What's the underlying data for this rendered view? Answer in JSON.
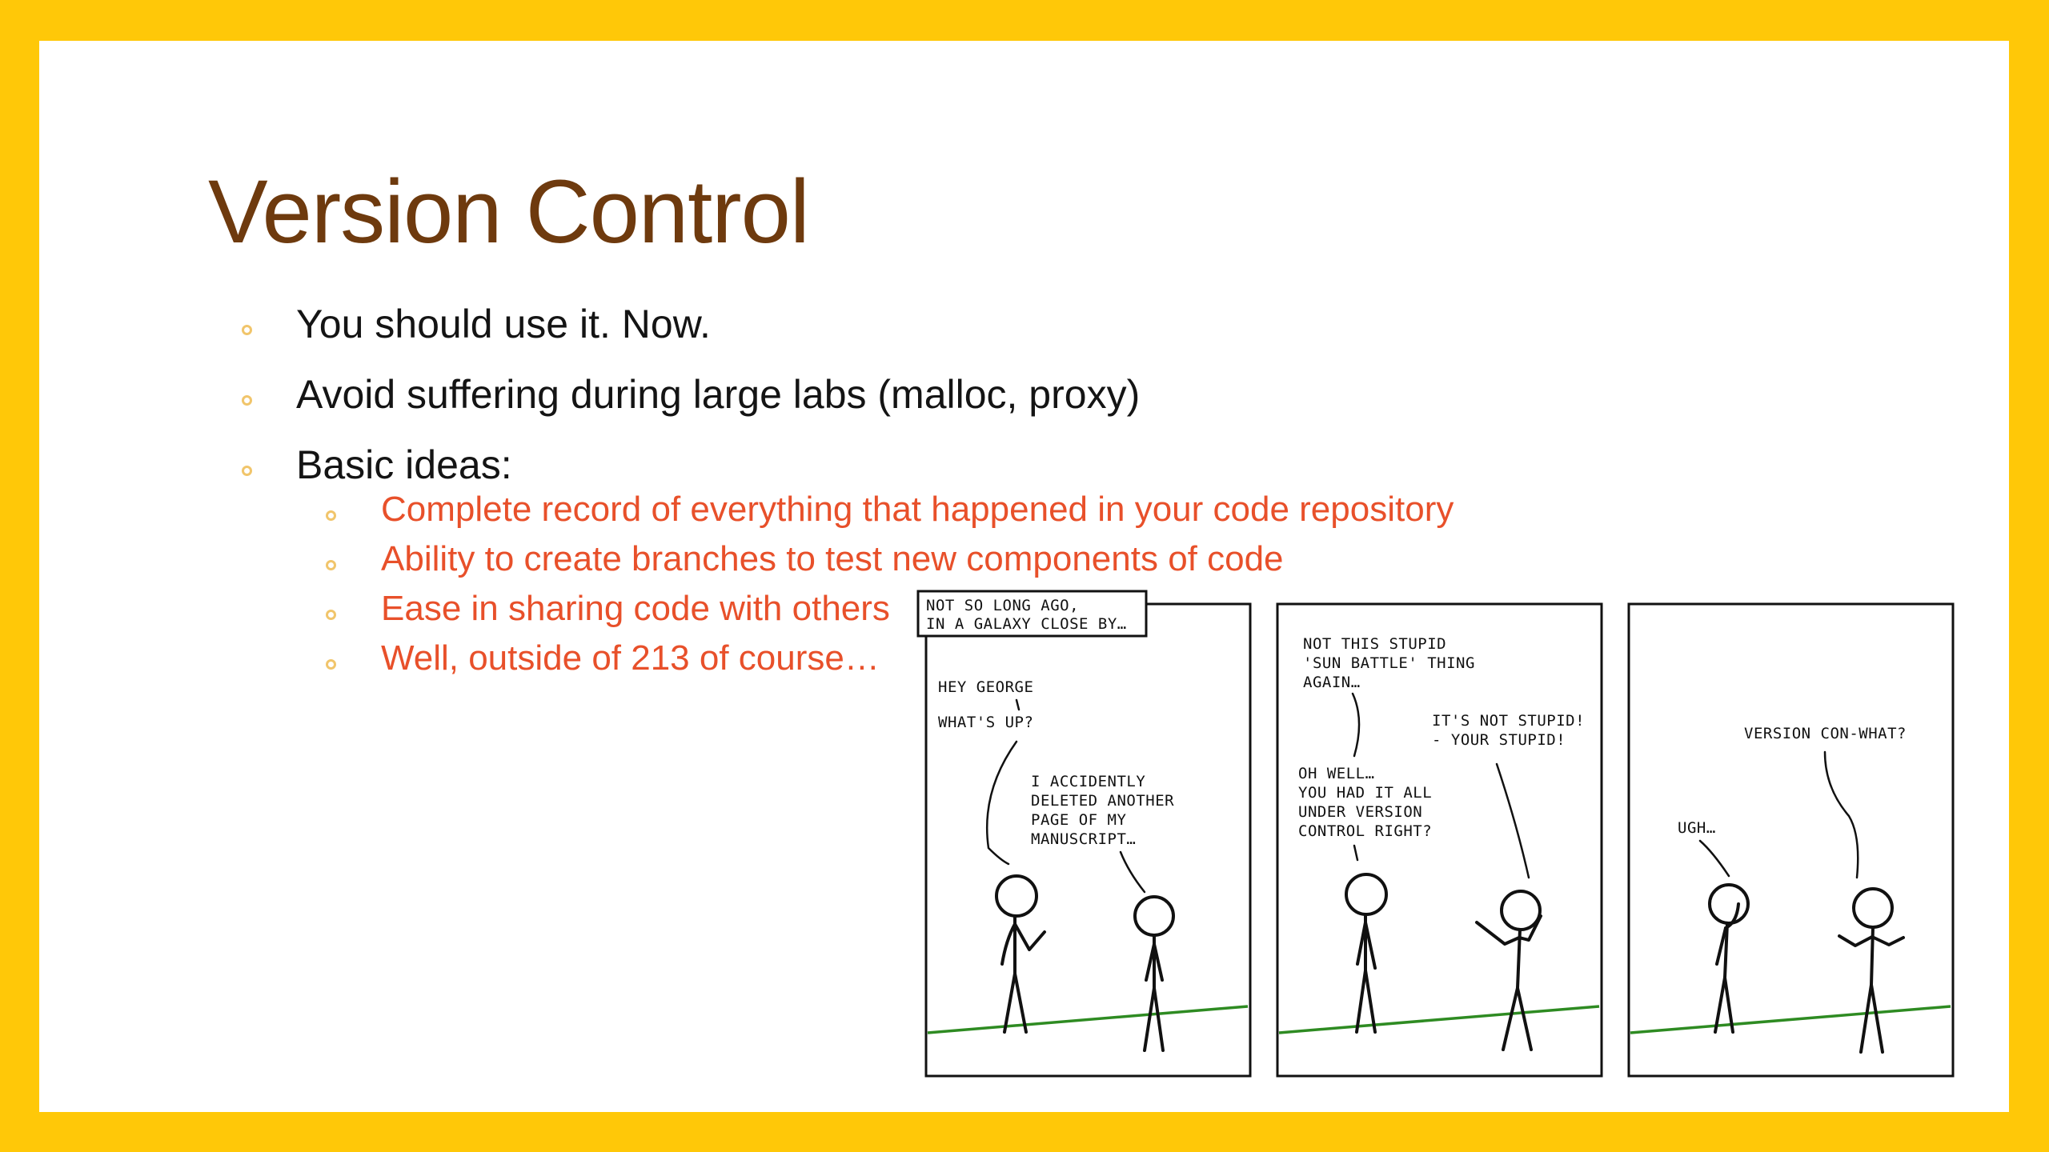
{
  "slide": {
    "title": "Version Control",
    "bullets": [
      "You should use it.  Now.",
      "Avoid suffering during large labs (malloc, proxy)",
      "Basic ideas:"
    ],
    "sub_bullets": [
      "Complete record of everything that happened in your code repository",
      "Ability to create branches to test new components of code",
      "Ease in sharing code with others",
      "Well, outside of 213 of course…"
    ],
    "colors": {
      "border": "#FFC808",
      "title": "#6E3A0E",
      "body_text": "#141414",
      "sub_text": "#E8502A",
      "bullet": "#F1C56B",
      "ground": "#2E8B22"
    }
  },
  "comic": {
    "caption_lines": [
      "NOT SO LONG AGO,",
      "IN A GALAXY CLOSE BY…"
    ],
    "panel1": {
      "speech_a": [
        "HEY GEORGE"
      ],
      "speech_b": [
        "WHAT'S UP?"
      ],
      "speech_c": [
        "I ACCIDENTLY",
        "DELETED ANOTHER",
        "PAGE OF MY",
        "MANUSCRIPT…"
      ]
    },
    "panel2": {
      "speech_a": [
        "NOT THIS STUPID",
        "'SUN BATTLE' THING",
        "AGAIN…"
      ],
      "speech_b": [
        "IT'S NOT STUPID!",
        "- YOUR STUPID!"
      ],
      "speech_c": [
        "OH WELL…",
        "YOU HAD IT ALL",
        "UNDER VERSION",
        "CONTROL RIGHT?"
      ]
    },
    "panel3": {
      "speech_a": [
        "UGH…"
      ],
      "speech_b": [
        "VERSION CON-WHAT?"
      ]
    }
  }
}
